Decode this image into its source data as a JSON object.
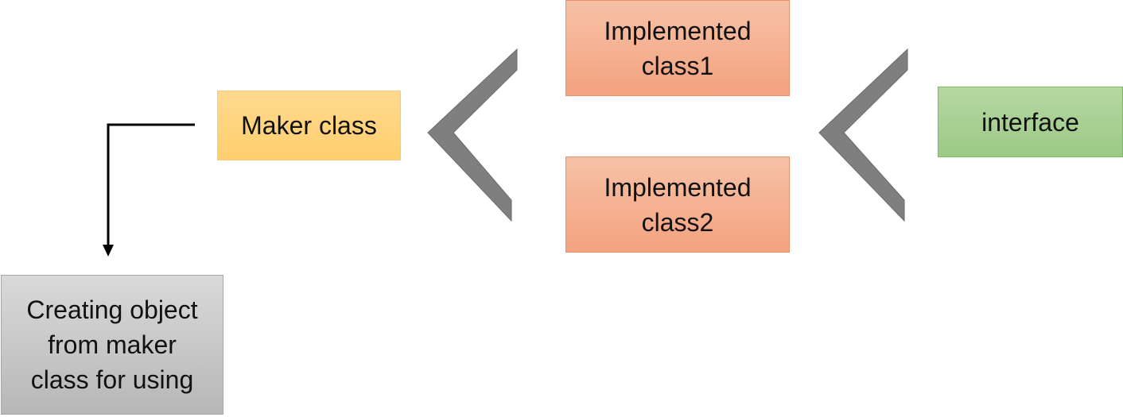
{
  "nodes": {
    "maker": "Maker class",
    "impl1": "Implemented\nclass1",
    "impl2": "Implemented\nclass2",
    "interface": "interface",
    "creating": "Creating object\nfrom maker\nclass for using"
  },
  "colors": {
    "maker_fill": "#ffd57e",
    "implemented_fill": "#f5b090",
    "interface_fill": "#a9d08e",
    "creating_fill": "#c8c8c8",
    "chevron": "#7f7f7f",
    "arrow": "#000000"
  }
}
